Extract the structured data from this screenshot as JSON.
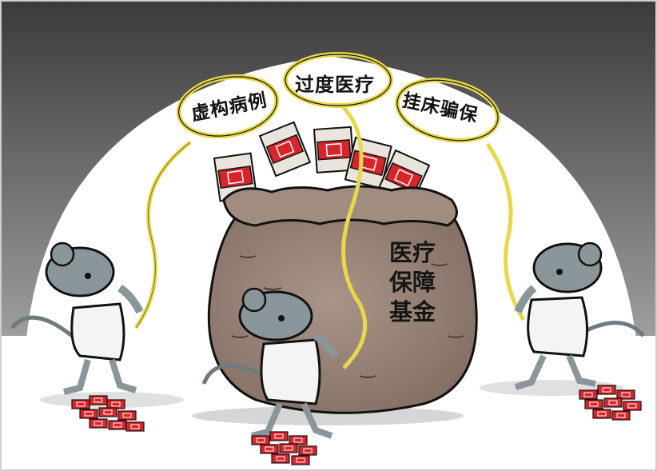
{
  "labels": {
    "left": "虚构病例",
    "center": "过度医疗",
    "right": "挂床骗保"
  },
  "bag_text": "医疗保障基金",
  "colors": {
    "sky_top": "#3a3a3a",
    "sky_bottom": "#c8c8c8",
    "halo": "#ffffff",
    "bag": "#9a8478",
    "rope": "#e6d84a",
    "money_red": "#d7262b",
    "rat_gray": "#8b969a",
    "coat": "#f4f4f4"
  },
  "icons": [
    "rat-icon",
    "money-bag-icon",
    "banknote-stack-icon"
  ]
}
